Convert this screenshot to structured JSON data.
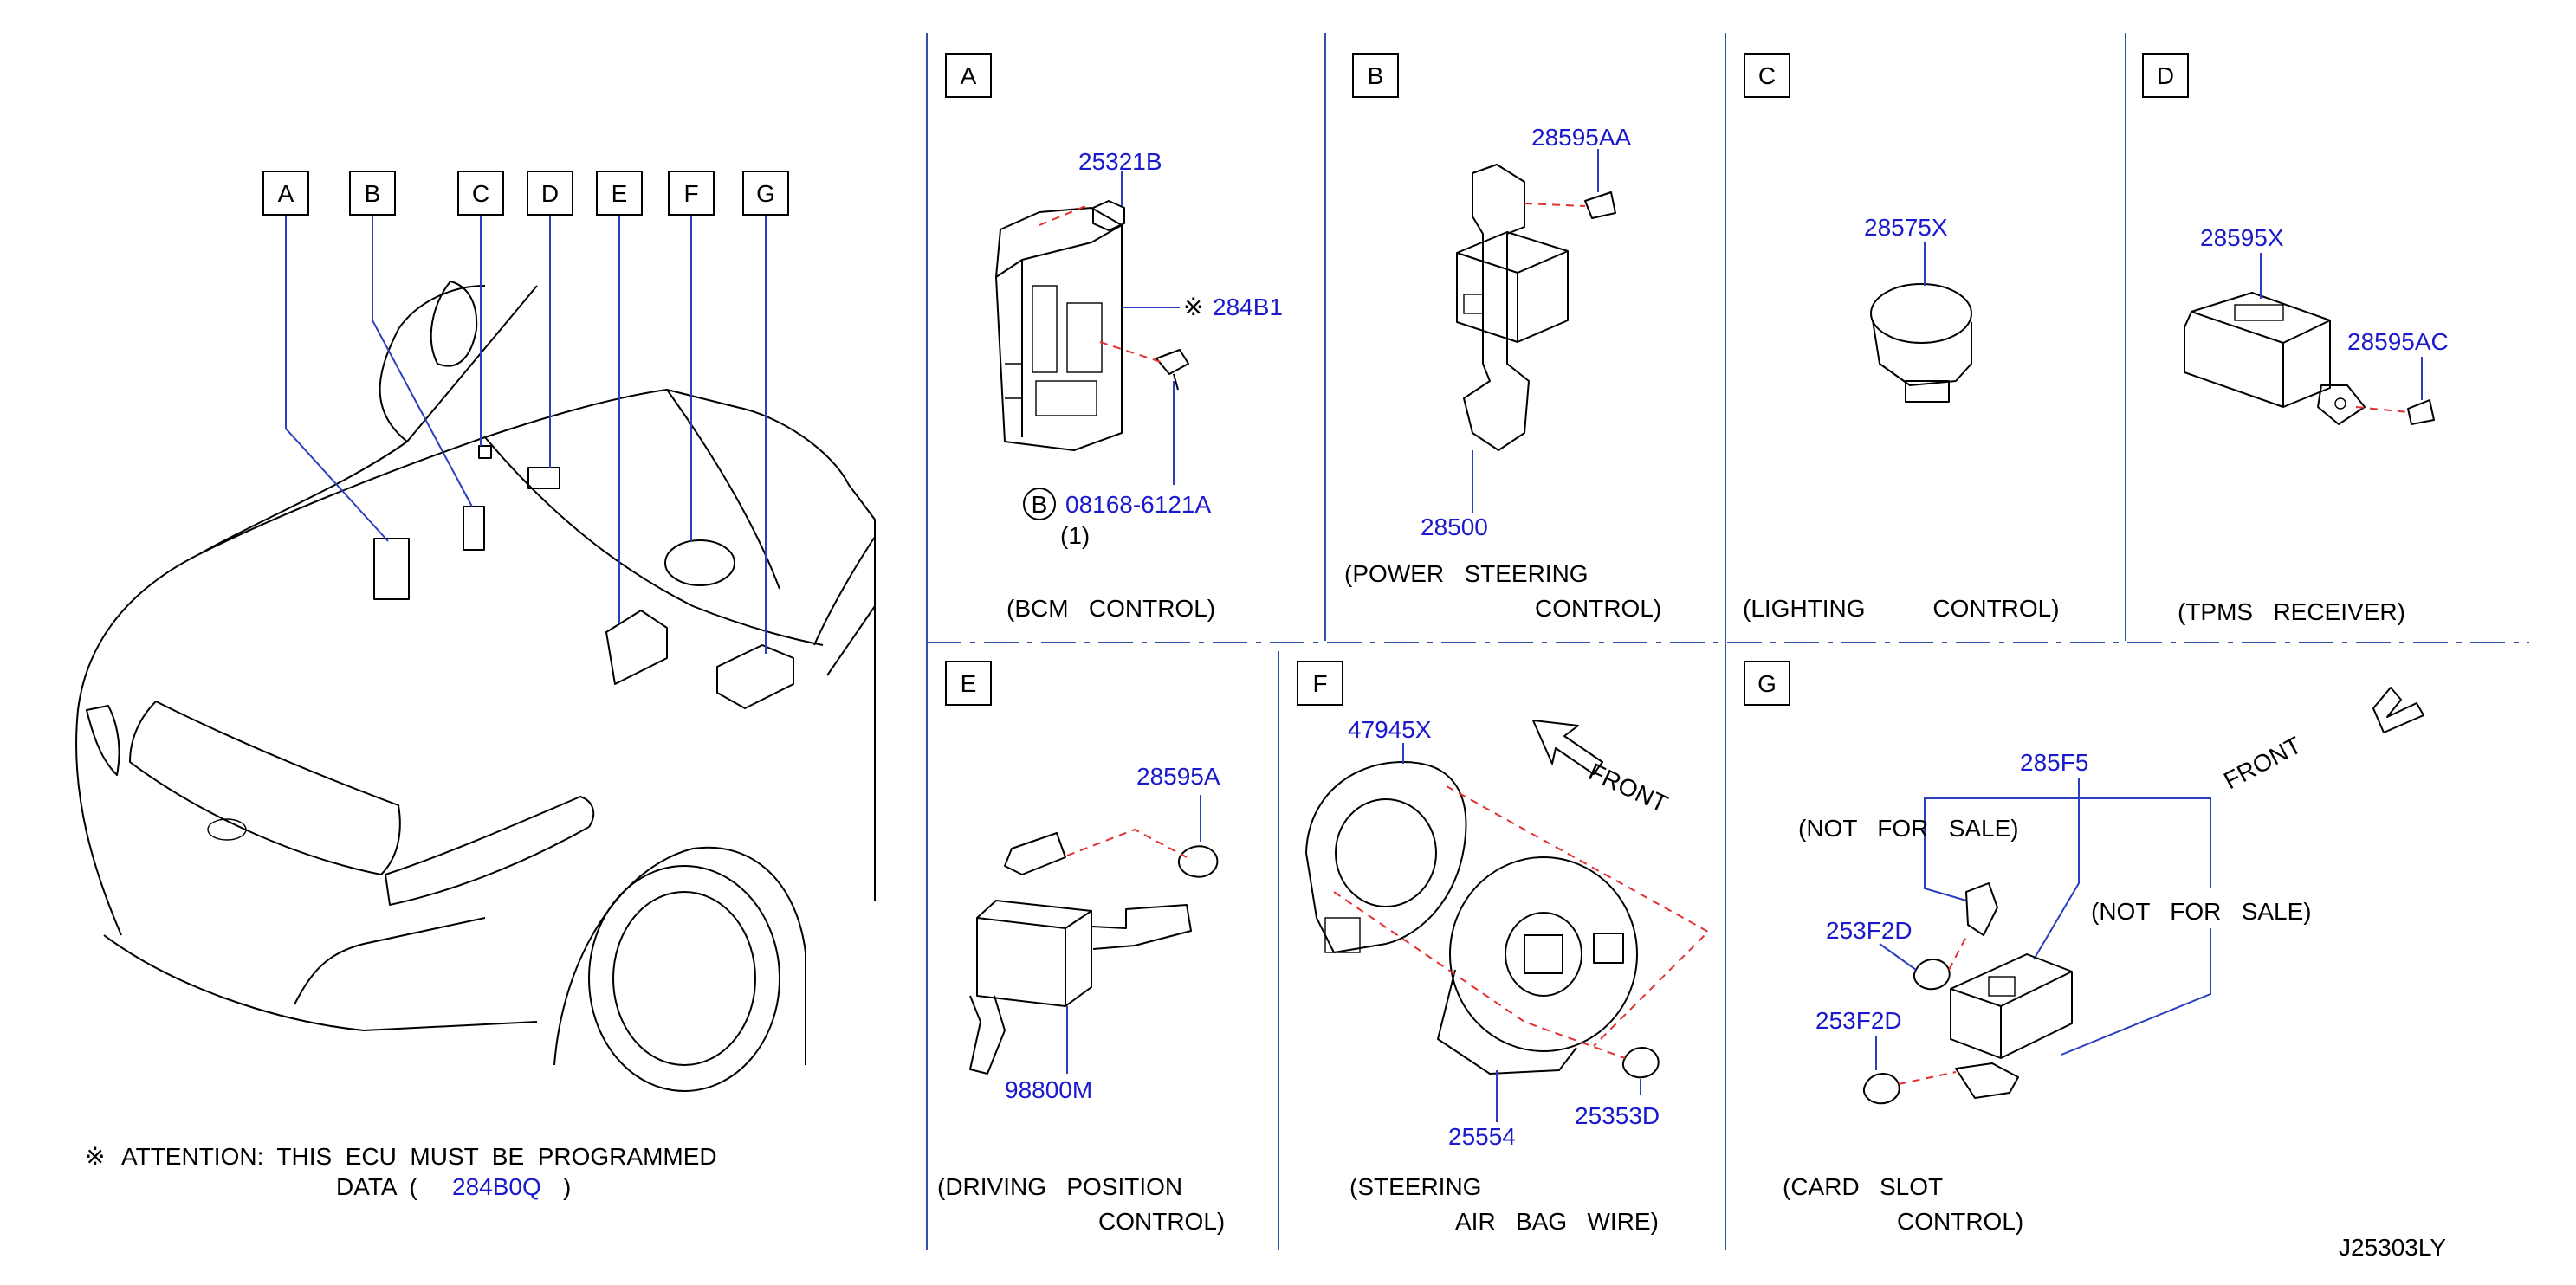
{
  "diagram_id": "J25303LY",
  "overview": {
    "callouts": [
      "A",
      "B",
      "C",
      "D",
      "E",
      "F",
      "G"
    ]
  },
  "attention": {
    "symbol": "※",
    "line1": "ATTENTION:  THIS  ECU  MUST  BE  PROGRAMMED",
    "line2_prefix": "DATA  (",
    "line2_part": "284B0Q",
    "line2_suffix": ")"
  },
  "panels": {
    "A": {
      "letter": "A",
      "parts": [
        "25321B",
        "284B1",
        "08168-6121A"
      ],
      "ref_symbol": "※",
      "ref_circle": "B",
      "qty": "(1)",
      "caption": [
        "(BCM   CONTROL)"
      ]
    },
    "B": {
      "letter": "B",
      "parts": [
        "28595AA",
        "28500"
      ],
      "caption": [
        "(POWER   STEERING",
        "CONTROL)"
      ]
    },
    "C": {
      "letter": "C",
      "parts": [
        "28575X"
      ],
      "caption": [
        "(LIGHTING          CONTROL)"
      ]
    },
    "D": {
      "letter": "D",
      "parts": [
        "28595X",
        "28595AC"
      ],
      "caption": [
        "(TPMS   RECEIVER)"
      ]
    },
    "E": {
      "letter": "E",
      "parts": [
        "28595A",
        "98800M"
      ],
      "caption": [
        "(DRIVING   POSITION",
        "CONTROL)"
      ]
    },
    "F": {
      "letter": "F",
      "parts": [
        "47945X",
        "25554",
        "25353D"
      ],
      "front": "FRONT",
      "caption": [
        "(STEERING",
        "AIR   BAG   WIRE)"
      ]
    },
    "G": {
      "letter": "G",
      "parts": [
        "285F5",
        "253F2D",
        "253F2D"
      ],
      "front": "FRONT",
      "not_for_sale": [
        "(NOT   FOR   SALE)",
        "(NOT   FOR   SALE)"
      ],
      "caption": [
        "(CARD   SLOT",
        "CONTROL)"
      ]
    }
  }
}
